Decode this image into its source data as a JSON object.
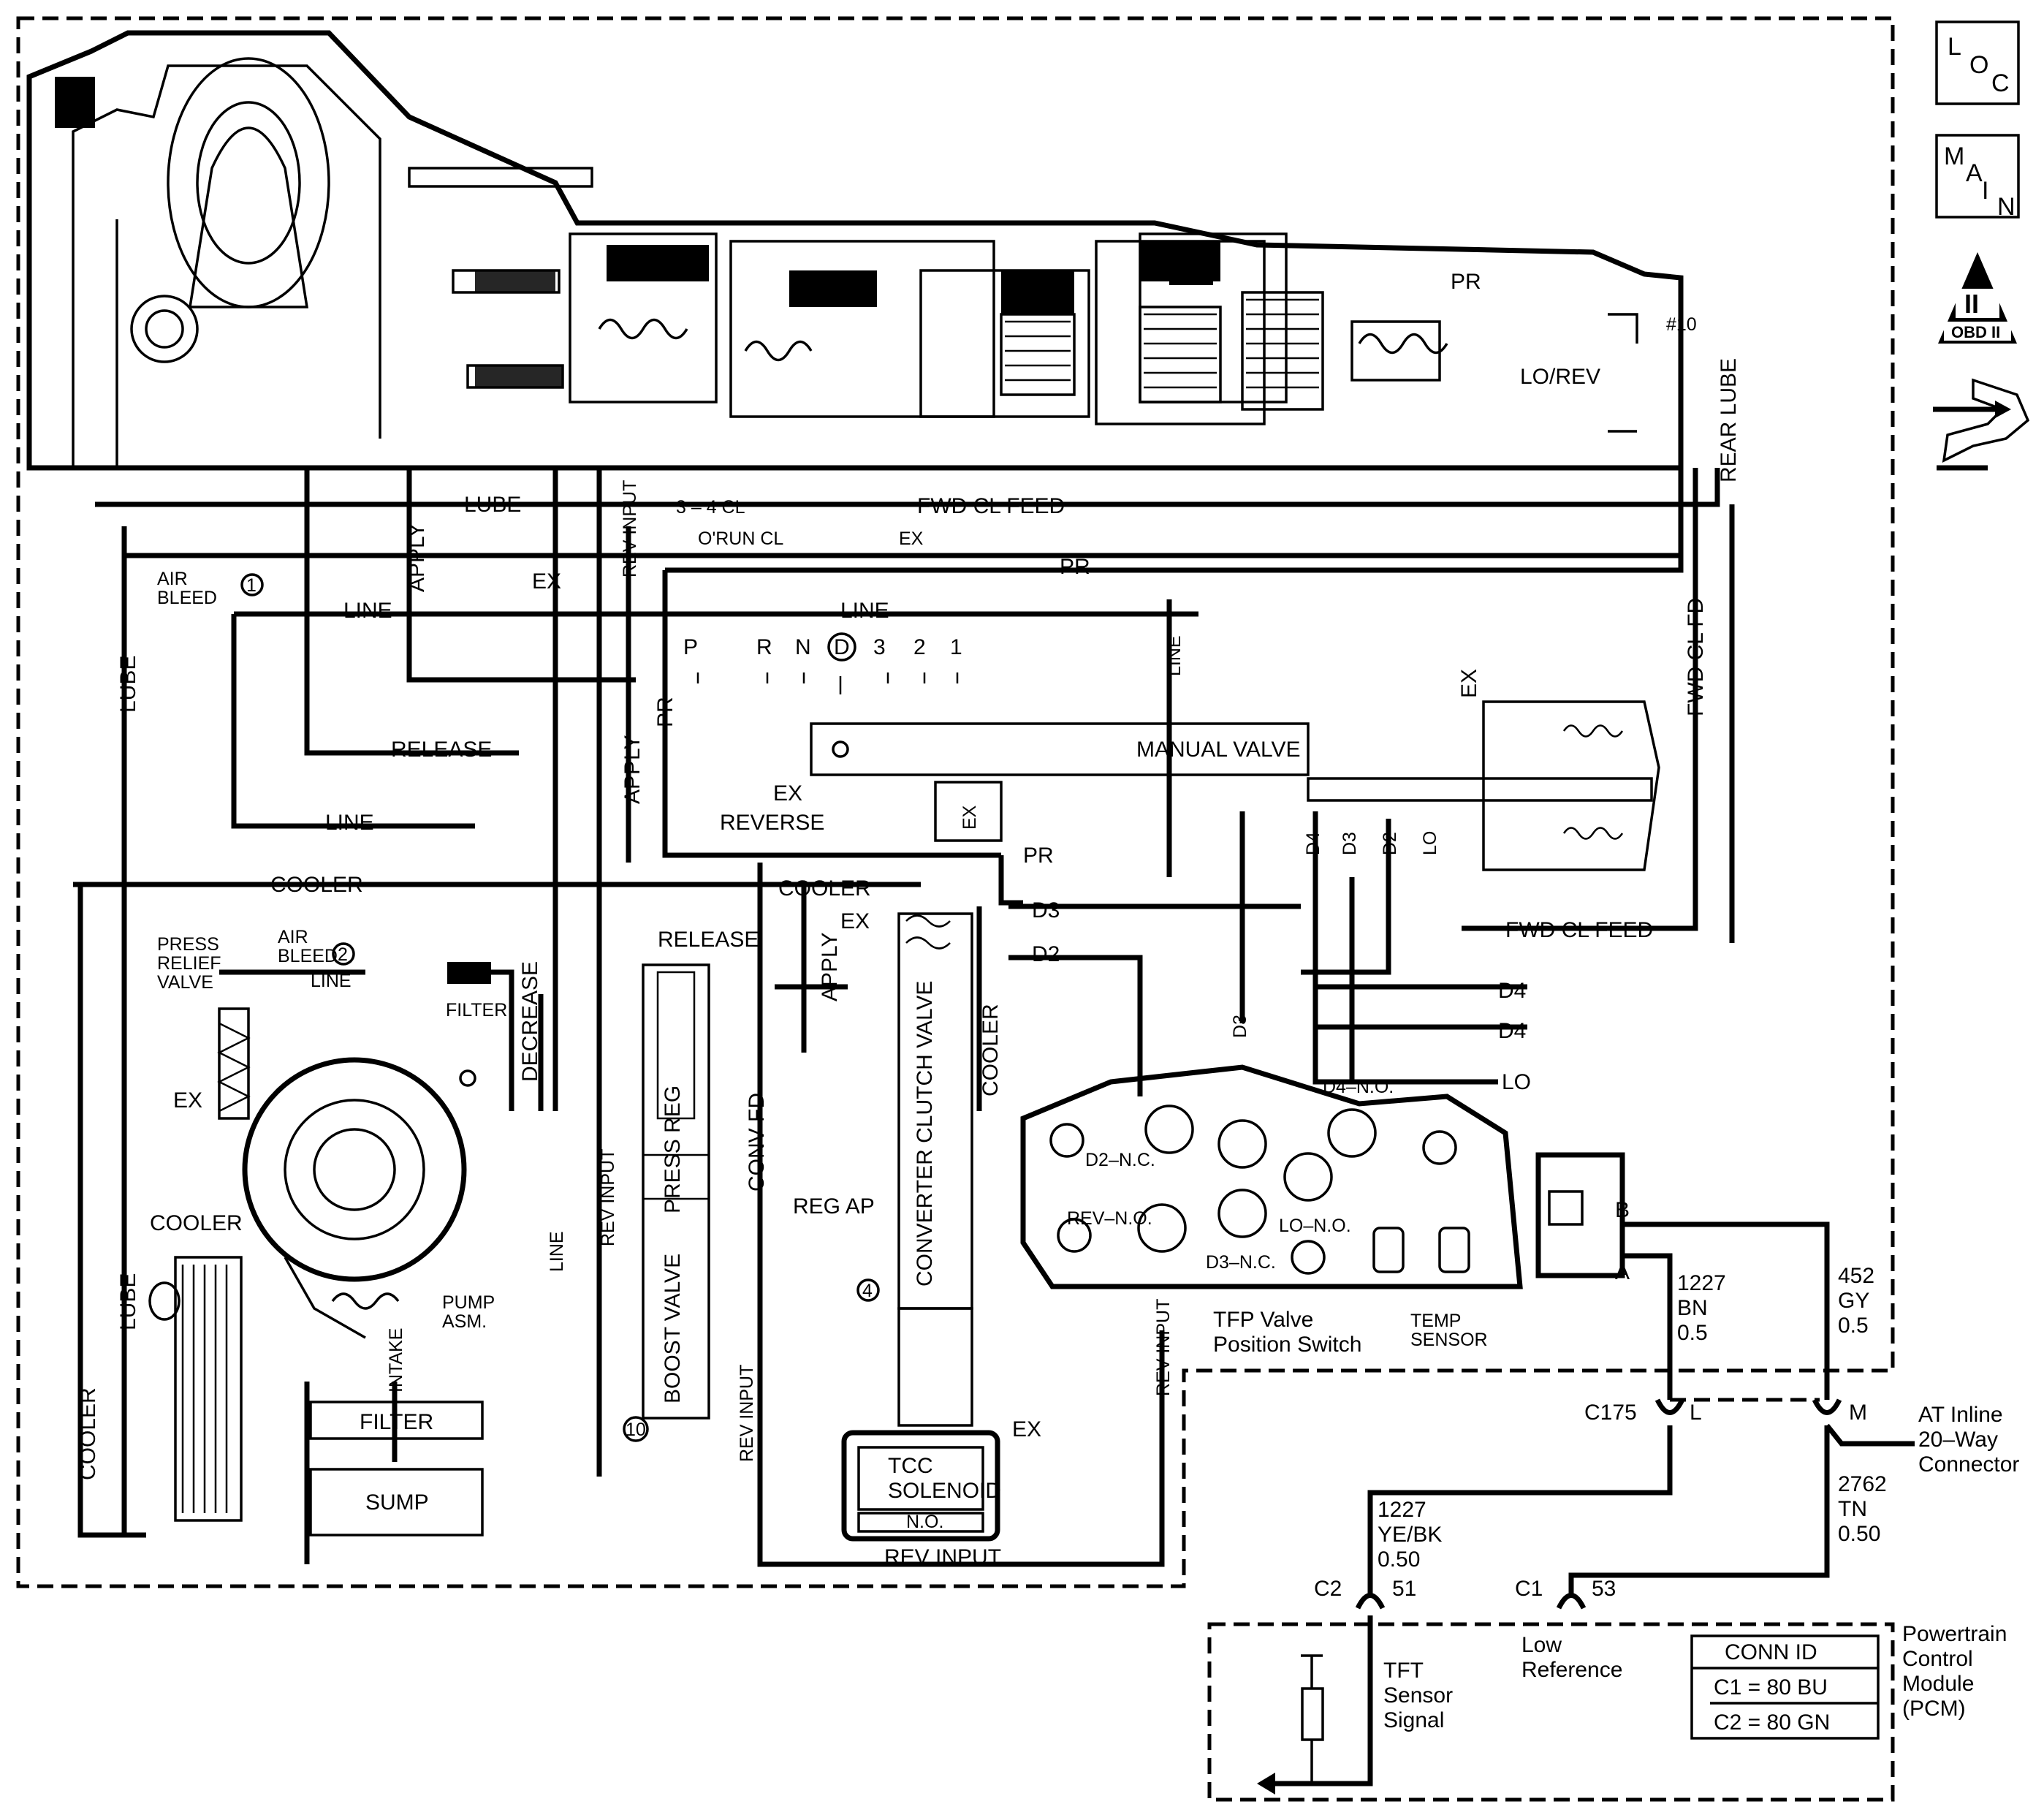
{
  "icons": {
    "loc_icon": {
      "letters": [
        "L",
        "O",
        "C"
      ]
    },
    "main_icon": {
      "letters": [
        "M",
        "A",
        "I",
        "N"
      ]
    },
    "obd_icon": {
      "numeral": "II",
      "label": "OBD II"
    },
    "service_icon": "wrench-arrows-icon"
  },
  "hydraulic": {
    "pr_top": "PR",
    "no10": "#10",
    "lo_rev": "LO/REV",
    "rear_lube": "REAR LUBE",
    "lube_top": "LUBE",
    "apply_top": "APPLY",
    "rev_input_top": "REV INPUT",
    "cl_34": "3 – 4 CL",
    "fwd_cl_feed_top": "FWD CL FEED",
    "orun_cl": "O'RUN CL",
    "ex_orun": "EX",
    "pr_mid": "PR",
    "ex_mid": "EX",
    "air_bleed_1": "AIR\nBLEED",
    "line_1": "LINE",
    "line_2": "LINE",
    "line_vert": "LINE",
    "fwd_cl_fd": "FWD CL FD",
    "pr_left": "PR",
    "apply_mid": "APPLY",
    "lube_left": "LUBE",
    "release_1": "RELEASE",
    "line_3": "LINE",
    "ex_rev": "EX",
    "reverse": "REVERSE",
    "ex_box": "EX",
    "pr_low": "PR",
    "manual_valve": "MANUAL VALVE",
    "ex_right": "EX",
    "cooler_1": "COOLER",
    "cooler_2": "COOLER",
    "press_relief_valve": "PRESS\nRELIEF\nVALVE",
    "air_bleed_2": "AIR\nBLEED",
    "line_4": "LINE",
    "filter_small": "FILTER",
    "ex_press": "EX",
    "decrease": "DECREASE",
    "release_2": "RELEASE",
    "ex_tcc_top": "EX",
    "apply_tcc": "APPLY",
    "cooler_vert": "COOLER",
    "conv_fd": "CONV FD",
    "press_reg": "PRESS REG",
    "reg_ap": "REG AP",
    "converter_clutch_valve": "CONVERTER CLUTCH VALVE",
    "boost_valve": "BOOST VALVE",
    "line_low": "LINE",
    "rev_input_left": "REV INPUT",
    "rev_input_mid": "REV INPUT",
    "rev_input_right": "REV INPUT",
    "rev_input_bottom": "REV INPUT",
    "cooler_left": "COOLER",
    "lube_lower": "LUBE",
    "cooler_title": "COOLER",
    "pump_asm": "PUMP\nASM.",
    "intake": "INTAKE",
    "filter_box": "FILTER",
    "sump": "SUMP",
    "tcc_solenoid": "TCC\nSOLENOID",
    "tcc_no": "N.O.",
    "ex_tcc_bottom": "EX",
    "d3_1": "D3",
    "d2_1": "D2",
    "d4_right_1": "D4",
    "d4_right_2": "D4",
    "lo_right": "LO",
    "fwd_cl_feed_low": "FWD CL FEED",
    "d3_vert": "D3",
    "ports": [
      "D4",
      "D3",
      "D2",
      "LO"
    ],
    "gear_positions": [
      "P",
      "R",
      "N",
      "D",
      "3",
      "2",
      "1"
    ]
  },
  "switch": {
    "d2_nc": "D2–N.C.",
    "rev_no": "REV–N.O.",
    "d3_nc": "D3–N.C.",
    "lo_no": "LO–N.O.",
    "d4_no": "D4–N.O.",
    "tfp_label": "TFP Valve\nPosition Switch",
    "temp_sensor": "TEMP\nSENSOR",
    "pin_b": "B",
    "pin_a": "A"
  },
  "circuit": {
    "wire_a": "1227\nBN\n0.5",
    "wire_b": "452\nGY\n0.5",
    "c175": "C175",
    "pin_l": "L",
    "pin_m": "M",
    "at_inline": "AT Inline\n20–Way\nConnector",
    "wire_ye": "1227\nYE/BK\n0.50",
    "wire_tn": "2762\nTN\n0.50",
    "c2": "C2",
    "pin_51": "51",
    "c1": "C1",
    "pin_53": "53",
    "tft": "TFT\nSensor\nSignal",
    "low_ref": "Low\nReference",
    "pcm": "Powertrain\nControl\nModule\n(PCM)"
  },
  "conn_id": {
    "title": "CONN ID",
    "rows": [
      "C1 = 80 BU",
      "C2 = 80 GN"
    ]
  },
  "markers": {
    "m1": "1",
    "m2": "2",
    "m4": "4",
    "m10": "10"
  }
}
